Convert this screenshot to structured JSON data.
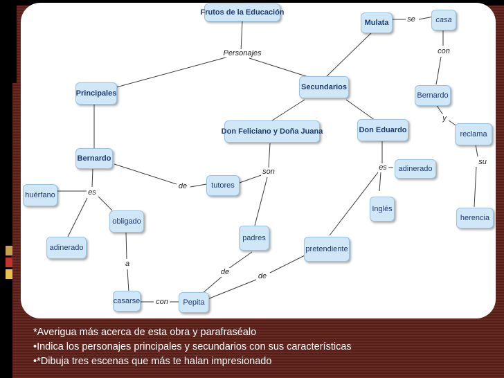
{
  "nodes": {
    "frutos": "Frutos de la Educación",
    "principales": "Principales",
    "secundarios": "Secundarios",
    "mulata": "Mulata",
    "casa": "casa",
    "bernardo_right": "Bernardo",
    "reclama": "reclama",
    "herencia": "herencia",
    "don_feliciano": "Don Feliciano y Doña Juana",
    "don_eduardo": "Don Eduardo",
    "adinerado_right": "adinerado",
    "ingles": "Inglés",
    "bernardo_left": "Bernardo",
    "huerfano": "huérfano",
    "obligado": "obligado",
    "adinerado_left": "adinerado",
    "tutores": "tutores",
    "padres": "padres",
    "pretendiente": "pretendiente",
    "casarse": "casarse",
    "pepita": "Pepita"
  },
  "links": {
    "personajes": "Personajes",
    "se": "se",
    "con_casa": "con",
    "y": "y",
    "su": "su",
    "son": "son",
    "es_eduardo": "es",
    "es_bernardo": "es",
    "de_tutores": "de",
    "a": "a",
    "con_pepita": "con",
    "de_padres": "de",
    "de_pretendiente": "de"
  },
  "notes": [
    "*Averigua más acerca de esta obra y parafraséalo",
    "•Indica los personajes principales y secundarios con sus características",
    "•*Dibuja tres escenas que más te halan impresionado"
  ],
  "colors": {
    "background": "#5a1f19",
    "node_fill": "#cfe7f7",
    "node_text": "#1f3a6e",
    "line": "#3a3a3a",
    "note_text": "#ffffff"
  }
}
